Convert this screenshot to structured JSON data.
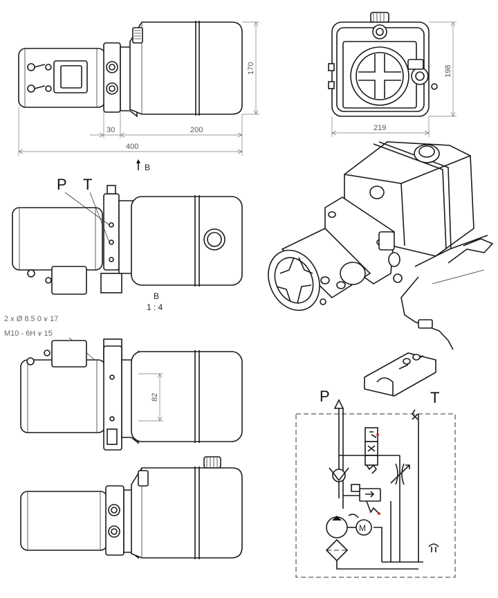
{
  "dimensions": {
    "height_side": "170",
    "flange_width": "30",
    "tank_length": "200",
    "overall_length": "400",
    "height_end": "198",
    "width_end": "219",
    "mount_spacing": "82"
  },
  "view_b": {
    "arrow_label": "B",
    "title": "B",
    "scale": "1 : 4"
  },
  "ports": {
    "pressure": "P",
    "tank": "T"
  },
  "notes": {
    "holes": "2 x Ø 8.5 0 ⩛ 17",
    "thread": "M10 - 6H ⩛ 15"
  },
  "schematic": {
    "pressure_label": "P",
    "tank_label": "T",
    "motor_label": "M"
  }
}
